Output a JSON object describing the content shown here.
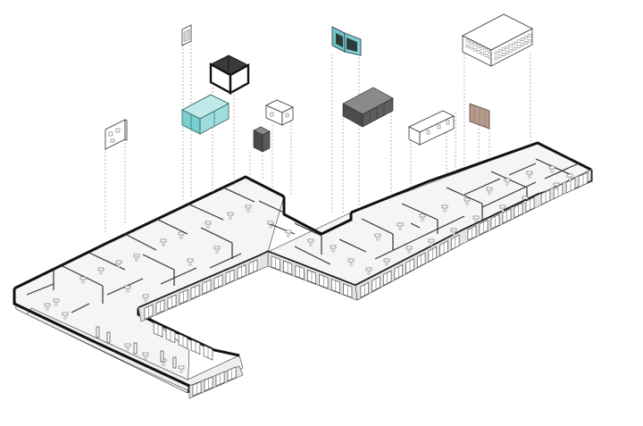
{
  "colors": {
    "background": "#ffffff",
    "linework": "#1a1a1a",
    "wall": "#111111",
    "floor": "#f4f4f4",
    "floor_shade": "#e6e6e6",
    "accent_teal": "#7ccfcf",
    "dark_block": "#555555",
    "dark_block_top": "#7a7a7a",
    "brown_panel": "#b59a8e",
    "leader": "#9a9a9a"
  },
  "exploded_modules": [
    {
      "id": "panel-small-left",
      "style": "wire"
    },
    {
      "id": "slim-panel-top",
      "style": "wire"
    },
    {
      "id": "dark-frame-room",
      "style": "dark-frame"
    },
    {
      "id": "teal-glass-box",
      "style": "teal"
    },
    {
      "id": "small-dark-block",
      "style": "dark"
    },
    {
      "id": "small-wire-box",
      "style": "wire"
    },
    {
      "id": "teal-screen-panel",
      "style": "teal"
    },
    {
      "id": "dark-cabinet-block",
      "style": "dark"
    },
    {
      "id": "wire-panel-right",
      "style": "wire"
    },
    {
      "id": "brown-acoustic-panel",
      "style": "brown"
    },
    {
      "id": "patterned-box-top-right",
      "style": "pattern"
    }
  ]
}
